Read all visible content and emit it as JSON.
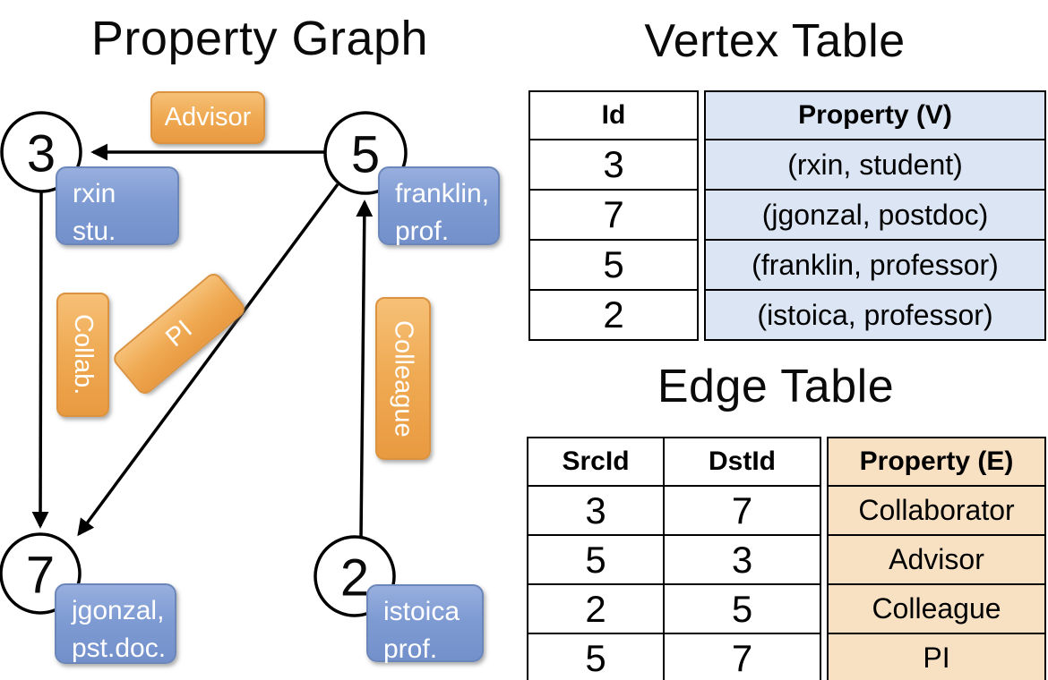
{
  "graph": {
    "title": "Property Graph",
    "nodes": [
      {
        "id": "3",
        "box_line1": "rxin",
        "box_line2": "stu."
      },
      {
        "id": "5",
        "box_line1": "franklin,",
        "box_line2": "prof."
      },
      {
        "id": "7",
        "box_line1": "jgonzal,",
        "box_line2": "pst.doc."
      },
      {
        "id": "2",
        "box_line1": "istoica",
        "box_line2": "prof."
      }
    ],
    "edge_labels": {
      "advisor": "Advisor",
      "collab": "Collab.",
      "pi": "PI",
      "colleague": "Colleague"
    }
  },
  "vertex_table": {
    "title": "Vertex Table",
    "headers": {
      "id": "Id",
      "property": "Property (V)"
    },
    "rows": [
      {
        "id": "3",
        "property": "(rxin, student)"
      },
      {
        "id": "7",
        "property": "(jgonzal, postdoc)"
      },
      {
        "id": "5",
        "property": "(franklin, professor)"
      },
      {
        "id": "2",
        "property": "(istoica, professor)"
      }
    ]
  },
  "edge_table": {
    "title": "Edge Table",
    "headers": {
      "src": "SrcId",
      "dst": "DstId",
      "property": "Property (E)"
    },
    "rows": [
      {
        "src": "3",
        "dst": "7",
        "property": "Collaborator"
      },
      {
        "src": "5",
        "dst": "3",
        "property": "Advisor"
      },
      {
        "src": "2",
        "dst": "5",
        "property": "Colleague"
      },
      {
        "src": "5",
        "dst": "7",
        "property": "PI"
      }
    ]
  },
  "colors": {
    "edge_label_orange": "#efaa53",
    "vertex_box_blue": "#7e9bd3",
    "vertex_table_fill": "#dbe5f4",
    "edge_table_fill": "#f8e0c3"
  }
}
